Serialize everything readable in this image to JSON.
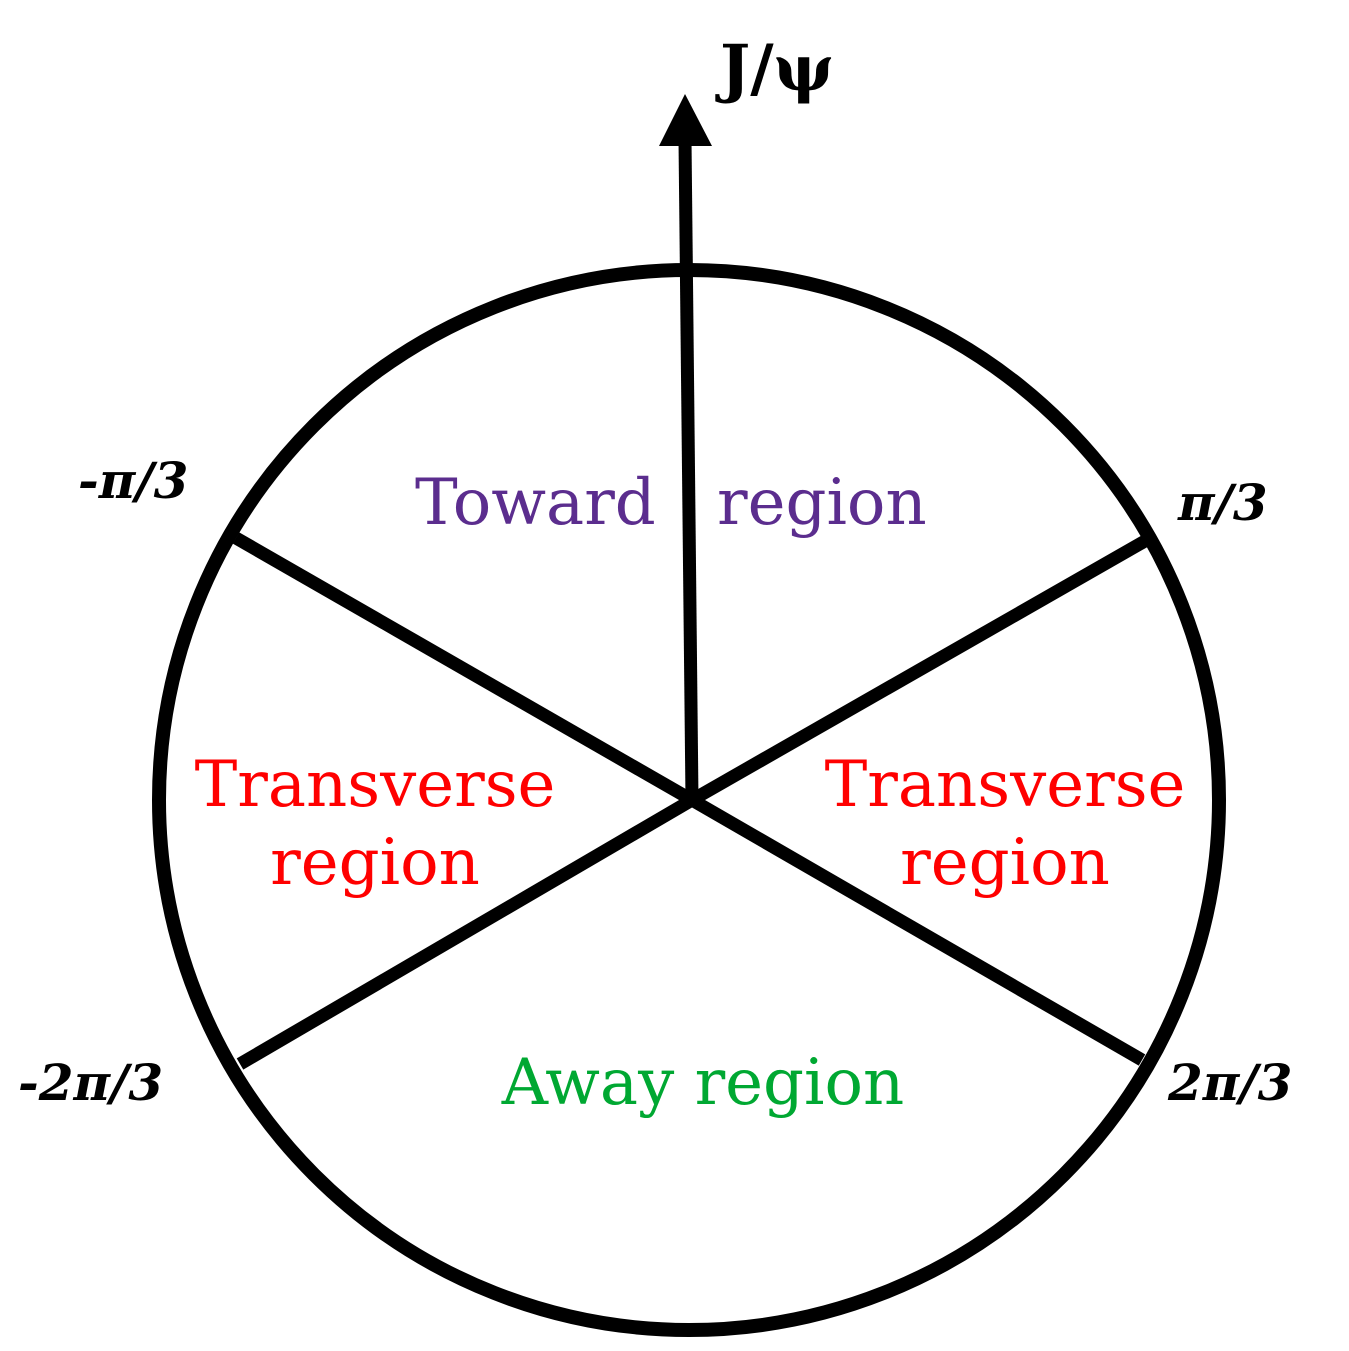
{
  "axis": {
    "label": "J/ψ"
  },
  "angles": {
    "neg_pi_3": "-π/3",
    "pi_3": "π/3",
    "neg_2pi_3": "-2π/3",
    "two_pi_3": "2π/3"
  },
  "regions": {
    "toward_left": "Toward",
    "toward_right": "region",
    "transverse_left_1": "Transverse",
    "transverse_left_2": "region",
    "transverse_right_1": "Transverse",
    "transverse_right_2": "region",
    "away": "Away region"
  },
  "colors": {
    "toward": "#5b2d8e",
    "transverse": "#ff0000",
    "away": "#00a832",
    "lines": "#000000"
  }
}
